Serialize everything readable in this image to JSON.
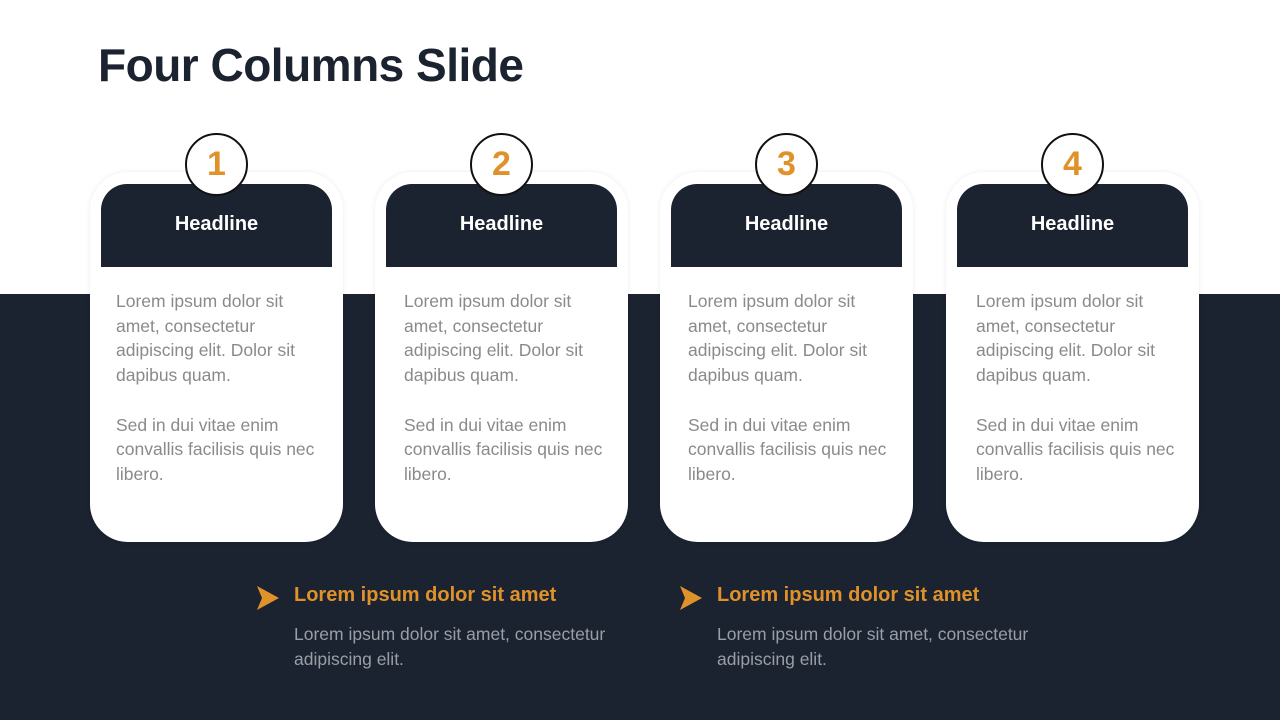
{
  "slide": {
    "title": "Four Columns Slide"
  },
  "columns": [
    {
      "number": "1",
      "headline": "Headline",
      "paragraphs": [
        "Lorem ipsum dolor sit amet, consectetur adipiscing elit. Dolor sit dapibus quam.",
        "Sed in dui vitae enim convallis facilisis quis nec libero."
      ]
    },
    {
      "number": "2",
      "headline": "Headline",
      "paragraphs": [
        "Lorem ipsum dolor sit amet, consectetur adipiscing elit. Dolor sit dapibus quam.",
        "Sed in dui vitae enim convallis facilisis quis nec libero."
      ]
    },
    {
      "number": "3",
      "headline": "Headline",
      "paragraphs": [
        "Lorem ipsum dolor sit amet, consectetur adipiscing elit. Dolor sit dapibus quam.",
        "Sed in dui vitae enim convallis facilisis quis nec libero."
      ]
    },
    {
      "number": "4",
      "headline": "Headline",
      "paragraphs": [
        "Lorem ipsum dolor sit amet, consectetur adipiscing elit. Dolor sit dapibus quam.",
        "Sed in dui vitae enim convallis facilisis quis nec libero."
      ]
    }
  ],
  "callouts": [
    {
      "icon": "arrow-right-icon",
      "title": "Lorem ipsum  dolor sit amet",
      "body": "Lorem ipsum dolor sit amet, consectetur adipiscing elit."
    },
    {
      "icon": "arrow-right-icon",
      "title": "Lorem ipsum  dolor sit amet",
      "body": "Lorem ipsum dolor sit amet, consectetur adipiscing elit."
    }
  ],
  "colors": {
    "navy": "#1b2230",
    "accent": "#e0922a",
    "body_text": "#8a8a8a",
    "white": "#ffffff"
  }
}
